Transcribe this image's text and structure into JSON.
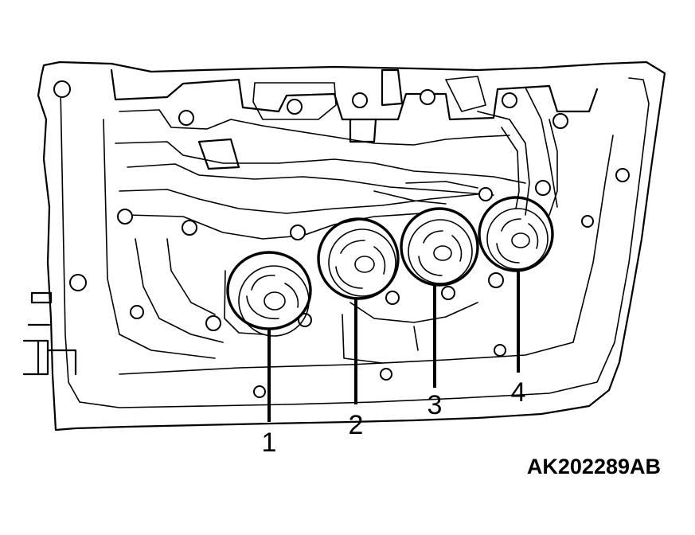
{
  "callouts": [
    {
      "label": "1"
    },
    {
      "label": "2"
    },
    {
      "label": "3"
    },
    {
      "label": "4"
    }
  ],
  "figure_code": "AK202289AB"
}
